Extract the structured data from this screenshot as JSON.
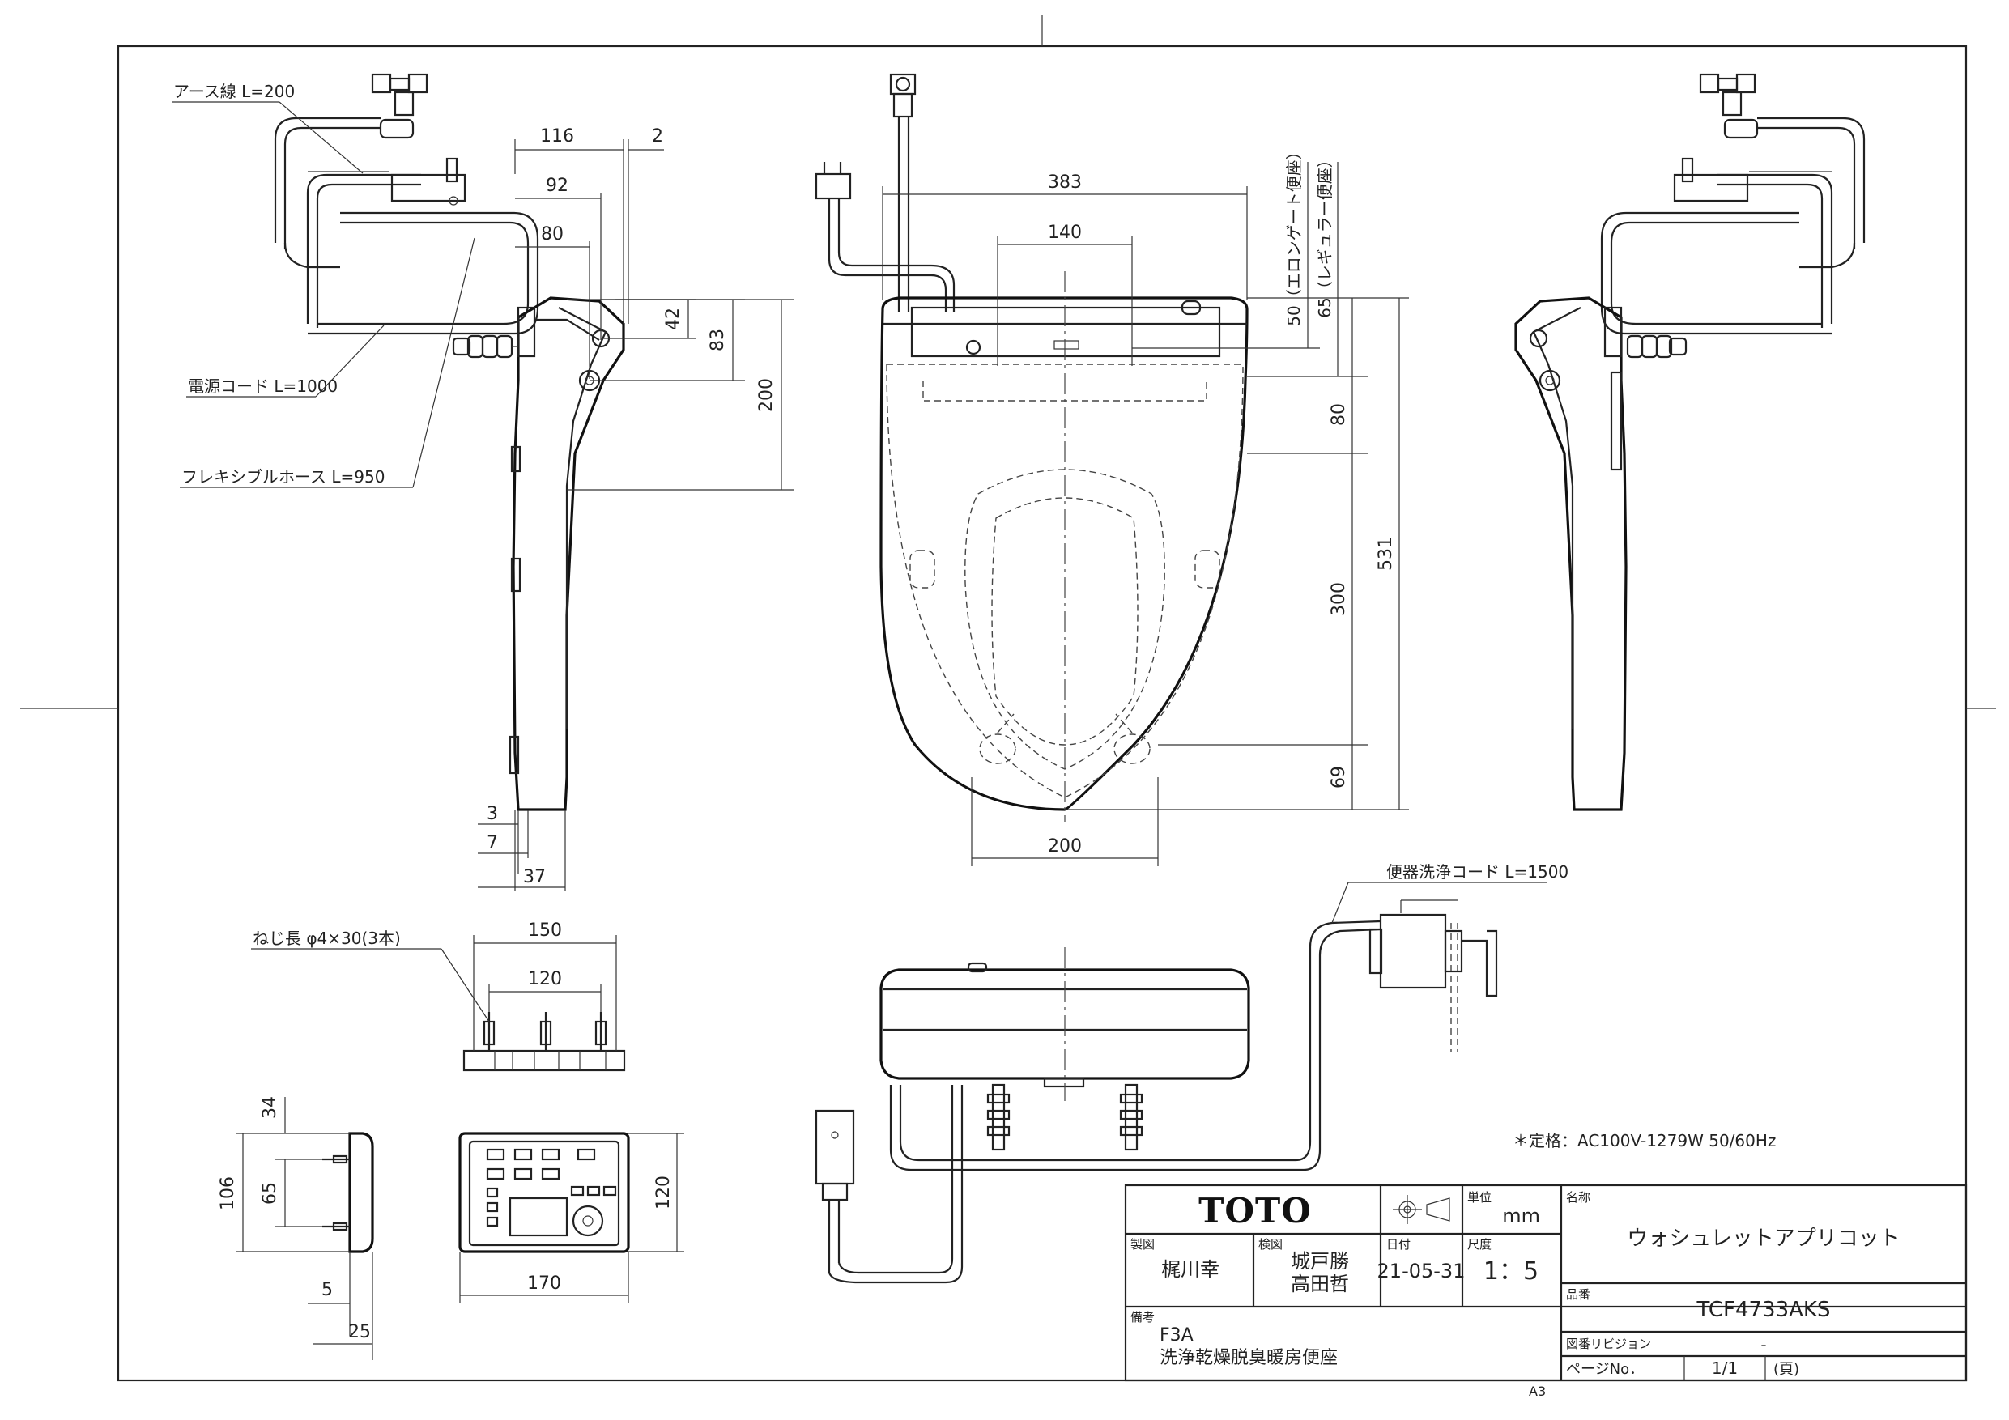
{
  "dimensions": {
    "left": [
      "116",
      "2",
      "92",
      "80",
      "42",
      "83",
      "200",
      "3",
      "7",
      "37"
    ],
    "center": [
      "383",
      "140",
      "200",
      "531",
      "80",
      "300",
      "69"
    ],
    "center_vertical_notes": [
      "50（エロンゲート便座）",
      "65（レギュラー便座）"
    ],
    "bracket": [
      "150",
      "120"
    ],
    "remote_side": [
      "34",
      "106",
      "65",
      "5",
      "25"
    ],
    "remote_front": [
      "120",
      "170"
    ]
  },
  "callouts": {
    "earth_wire": "アース線 L=200",
    "power_cord": "電源コード L=1000",
    "flex_hose": "フレキシブルホース L=950",
    "screw": "ねじ長 φ4×30(3本)",
    "flush_cord": "便器洗浄コード L=1500",
    "rating": "＊定格：AC100V-1279W 50/60Hz"
  },
  "title_block": {
    "logo": "TOTO",
    "unit_label": "単位",
    "unit": "mm",
    "name_label": "名称",
    "name": "ウォシュレットアプリコット",
    "designer_label": "製図",
    "designer": "梶川幸",
    "checker_label": "検図",
    "checker1": "城戸勝",
    "checker2": "高田哲",
    "date_label": "日付",
    "date": "21-05-31",
    "scale_label": "尺度",
    "scale": "1：5",
    "part_label": "品番",
    "part_no": "TCF4733AKS",
    "note_label": "備考",
    "note1": "F3A",
    "note2": "洗浄乾燥脱臭暖房便座",
    "revision_label": "図番リビジョン",
    "revision": "-",
    "page_label": "ページNo．",
    "page": "1/1",
    "page_suffix": "(頁)",
    "sheet_size": "A3"
  }
}
